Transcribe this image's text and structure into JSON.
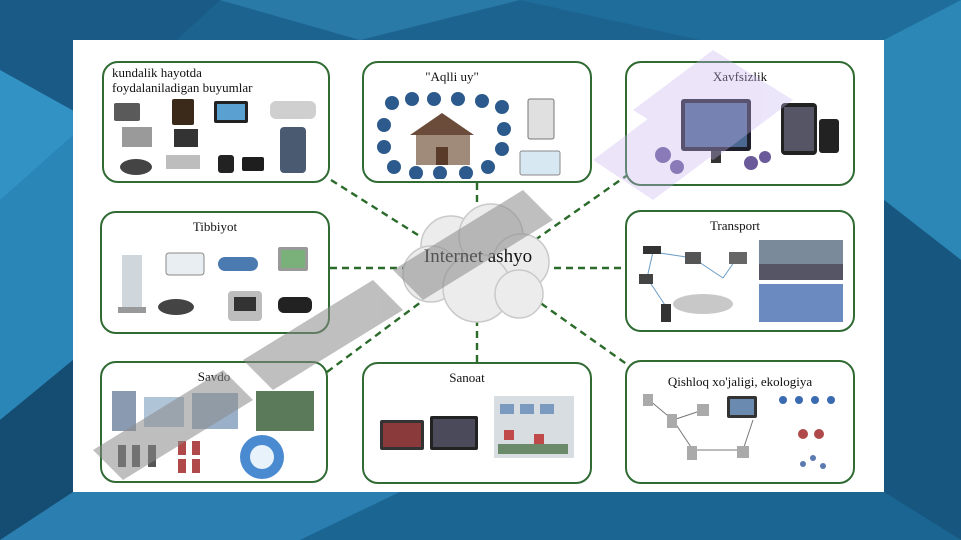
{
  "center": {
    "label": "Internet ashyo"
  },
  "boxes": {
    "kundalik": {
      "title_line1": "kundalik hayotda",
      "title_line2": "foydalaniladigan buyumlar"
    },
    "aqlli_uy": {
      "title": "\"Aqlli uy\""
    },
    "xavfsizlik": {
      "title": "Xavfsizlik"
    },
    "tibbiyot": {
      "title": "Tibbiyot"
    },
    "transport": {
      "title": "Transport"
    },
    "savdo": {
      "title": "Savdo"
    },
    "sanoat": {
      "title": "Sanoat"
    },
    "qishloq": {
      "title": "Qishloq xo'jaligi, ekologiya"
    }
  },
  "colors": {
    "box_border": "#2f6b33",
    "connector": "#2a6b2a",
    "background": "#1b5a82",
    "watermark_gray": "#8a8a8a",
    "watermark_purple": "#c9b6f2"
  }
}
